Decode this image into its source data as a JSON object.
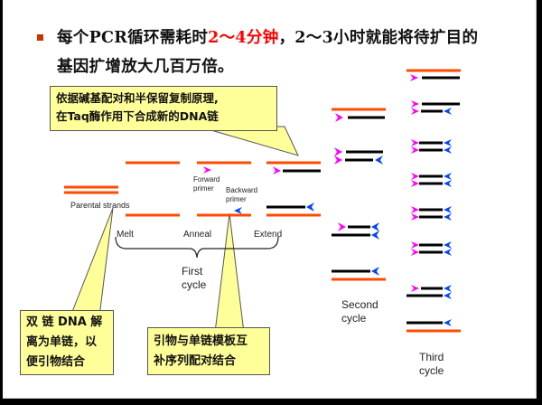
{
  "title": {
    "line1_prefix": "每个PCR循环需耗时",
    "line1_highlight": "2～4分钟",
    "line1_suffix": "，2～3小时就能将待扩目的",
    "line2": "基因扩增放大几百万倍。"
  },
  "callouts": {
    "top": {
      "line1": "依据碱基配对和半保留复制原理,",
      "line2": "在Taq酶作用下合成新的DNA链"
    },
    "bottom_left": {
      "line1": "双 链 DNA 解",
      "line2": "离为单链，以",
      "line3": "便引物结合"
    },
    "bottom_middle": {
      "line1": "引物与单链模板互",
      "line2": "补序列配对结合"
    }
  },
  "labels": {
    "parental_strands": "Parental strands",
    "forward_primer_1": "Forward",
    "forward_primer_2": "primer",
    "backward_primer_1": "Backward",
    "backward_primer_2": "primer",
    "melt": "Melt",
    "anneal": "Anneal",
    "extend": "Extend",
    "first_cycle_1": "First",
    "first_cycle_2": "cycle",
    "second_cycle_1": "Second",
    "second_cycle_2": "cycle",
    "third_cycle_1": "Third",
    "third_cycle_2": "cycle"
  },
  "colors": {
    "parental_strand": "#ff4b00",
    "new_strand": "#000000",
    "forward_primer": "#ff00ff",
    "backward_primer": "#0044ff",
    "callout_fill": "#ffff99",
    "highlight_text": "#ff0000",
    "bullet": "#cc3300"
  }
}
